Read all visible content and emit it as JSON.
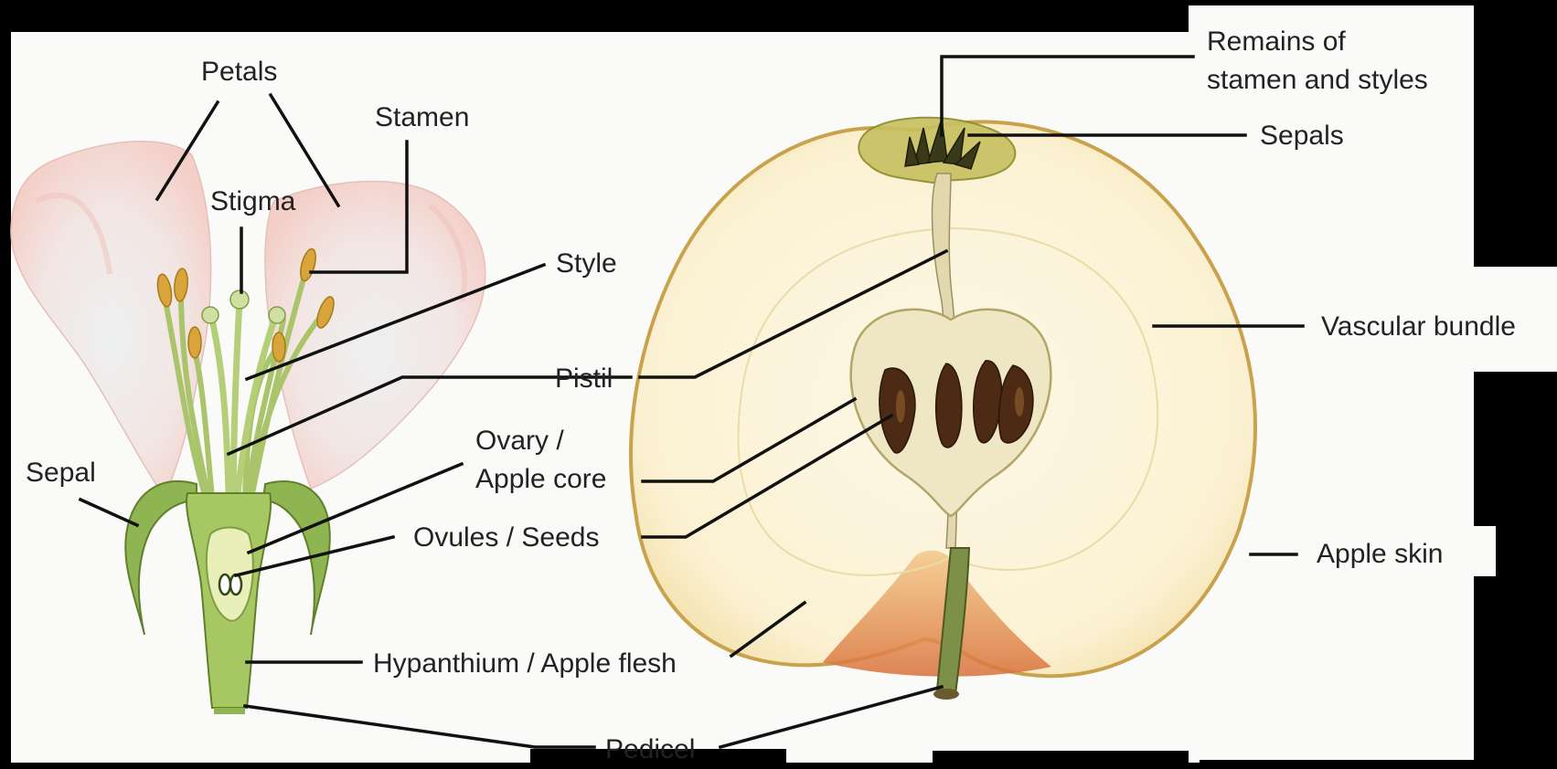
{
  "labels": {
    "petals": "Petals",
    "stamen": "Stamen",
    "stigma": "Stigma",
    "style": "Style",
    "pistil": "Pistil",
    "ovary": [
      "Ovary /",
      "Apple core"
    ],
    "sepal": "Sepal",
    "ovules": "Ovules / Seeds",
    "hypanthium": "Hypanthium / Apple flesh",
    "pedicel": "Pedicel",
    "remains": [
      "Remains of",
      "stamen and styles"
    ],
    "sepals": "Sepals",
    "vascular": "Vascular bundle",
    "skin": "Apple skin"
  },
  "colors": {
    "background": "#000000",
    "panel": "#fafaf7",
    "petal": "#f6e0dc",
    "stem": "#9bbd5a",
    "anther": "#d8a83a",
    "flesh": "#fbf3d8",
    "skin": "#d8b466",
    "seed": "#4a2a16",
    "blush": "#e08a48"
  }
}
